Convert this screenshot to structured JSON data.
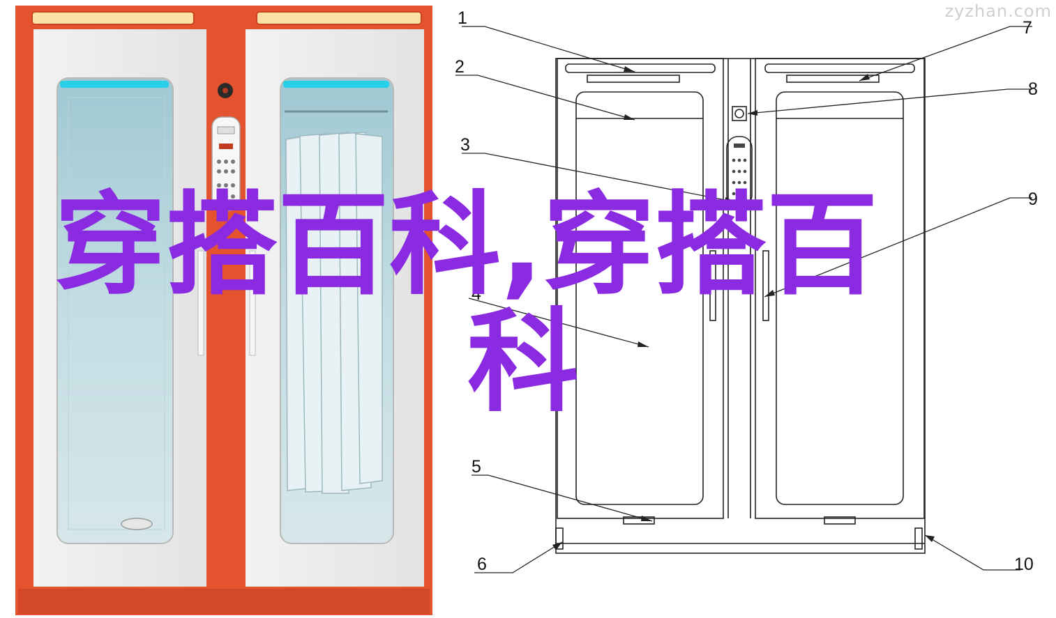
{
  "watermark": "zyzhan.com",
  "overlay": {
    "line1": "穿搭百科,穿搭百",
    "line2": "科"
  },
  "callouts": {
    "c1": "1",
    "c2": "2",
    "c3": "3",
    "c4": "4",
    "c5": "5",
    "c6": "6",
    "c7": "7",
    "c8": "8",
    "c9": "9",
    "c10": "10"
  },
  "colors": {
    "cabinet_frame": "#e5532e",
    "cabinet_panel": "#eeeeee",
    "glass": "#c7dde3",
    "uv_light": "#27d0e6",
    "overlay_text": "#8a2be2"
  }
}
